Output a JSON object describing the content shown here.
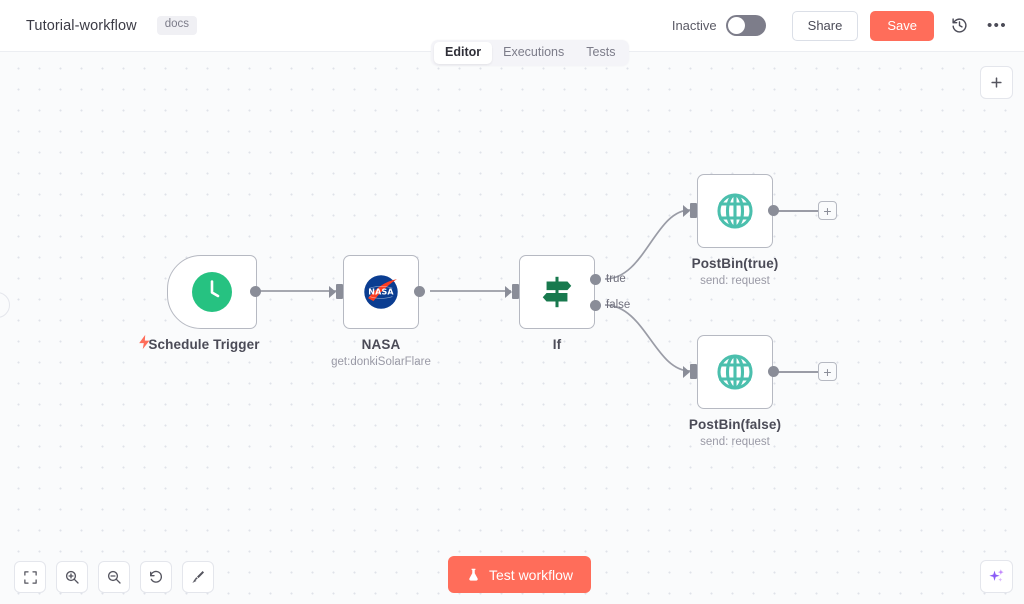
{
  "header": {
    "workflow_title": "Tutorial-workflow",
    "tag": "docs",
    "activation_label": "Inactive",
    "activation_state": "off",
    "share_label": "Share",
    "save_label": "Save",
    "history_icon": "history-icon",
    "overflow_icon": "more-options-icon",
    "save_color": "#ff6d5a"
  },
  "tabs": [
    {
      "label": "Editor",
      "active": true
    },
    {
      "label": "Executions",
      "active": false
    },
    {
      "label": "Tests",
      "active": false
    }
  ],
  "canvas": {
    "add_node_icon": "plus-icon",
    "assistant_icon": "sparkles-icon",
    "assistant_color": "#a855f7"
  },
  "nodes": [
    {
      "id": "schedule-trigger",
      "name": "Schedule Trigger",
      "subtitle": "",
      "icon": "clock-icon",
      "icon_color": "#26c281",
      "type": "trigger",
      "badge_icon": "lightning-bolt-icon",
      "badge_color": "#ff6d5a"
    },
    {
      "id": "nasa",
      "name": "NASA",
      "subtitle": "get:donkiSolarFlare",
      "icon": "nasa-logo-icon",
      "icon_color": "#0b3d91",
      "type": "action"
    },
    {
      "id": "if",
      "name": "If",
      "subtitle": "",
      "icon": "signpost-icon",
      "icon_color": "#18794e",
      "type": "conditional",
      "outputs": [
        "true",
        "false"
      ]
    },
    {
      "id": "postbin-true",
      "name": "PostBin(true)",
      "subtitle": "send: request",
      "icon": "globe-icon",
      "icon_color": "#4bbfad",
      "type": "action"
    },
    {
      "id": "postbin-false",
      "name": "PostBin(false)",
      "subtitle": "send: request",
      "icon": "globe-icon",
      "icon_color": "#4bbfad",
      "type": "action"
    }
  ],
  "toolbar": {
    "buttons": [
      {
        "name": "zoom-to-fit-button",
        "icon": "fit-view-icon"
      },
      {
        "name": "zoom-in-button",
        "icon": "zoom-in-icon"
      },
      {
        "name": "zoom-out-button",
        "icon": "zoom-out-icon"
      },
      {
        "name": "reset-zoom-button",
        "icon": "undo-icon"
      },
      {
        "name": "tidy-up-button",
        "icon": "broom-icon"
      }
    ],
    "test_workflow_label": "Test workflow",
    "test_workflow_icon": "flask-icon",
    "test_workflow_color": "#ff6d5a"
  },
  "stub_plus_label": "+"
}
